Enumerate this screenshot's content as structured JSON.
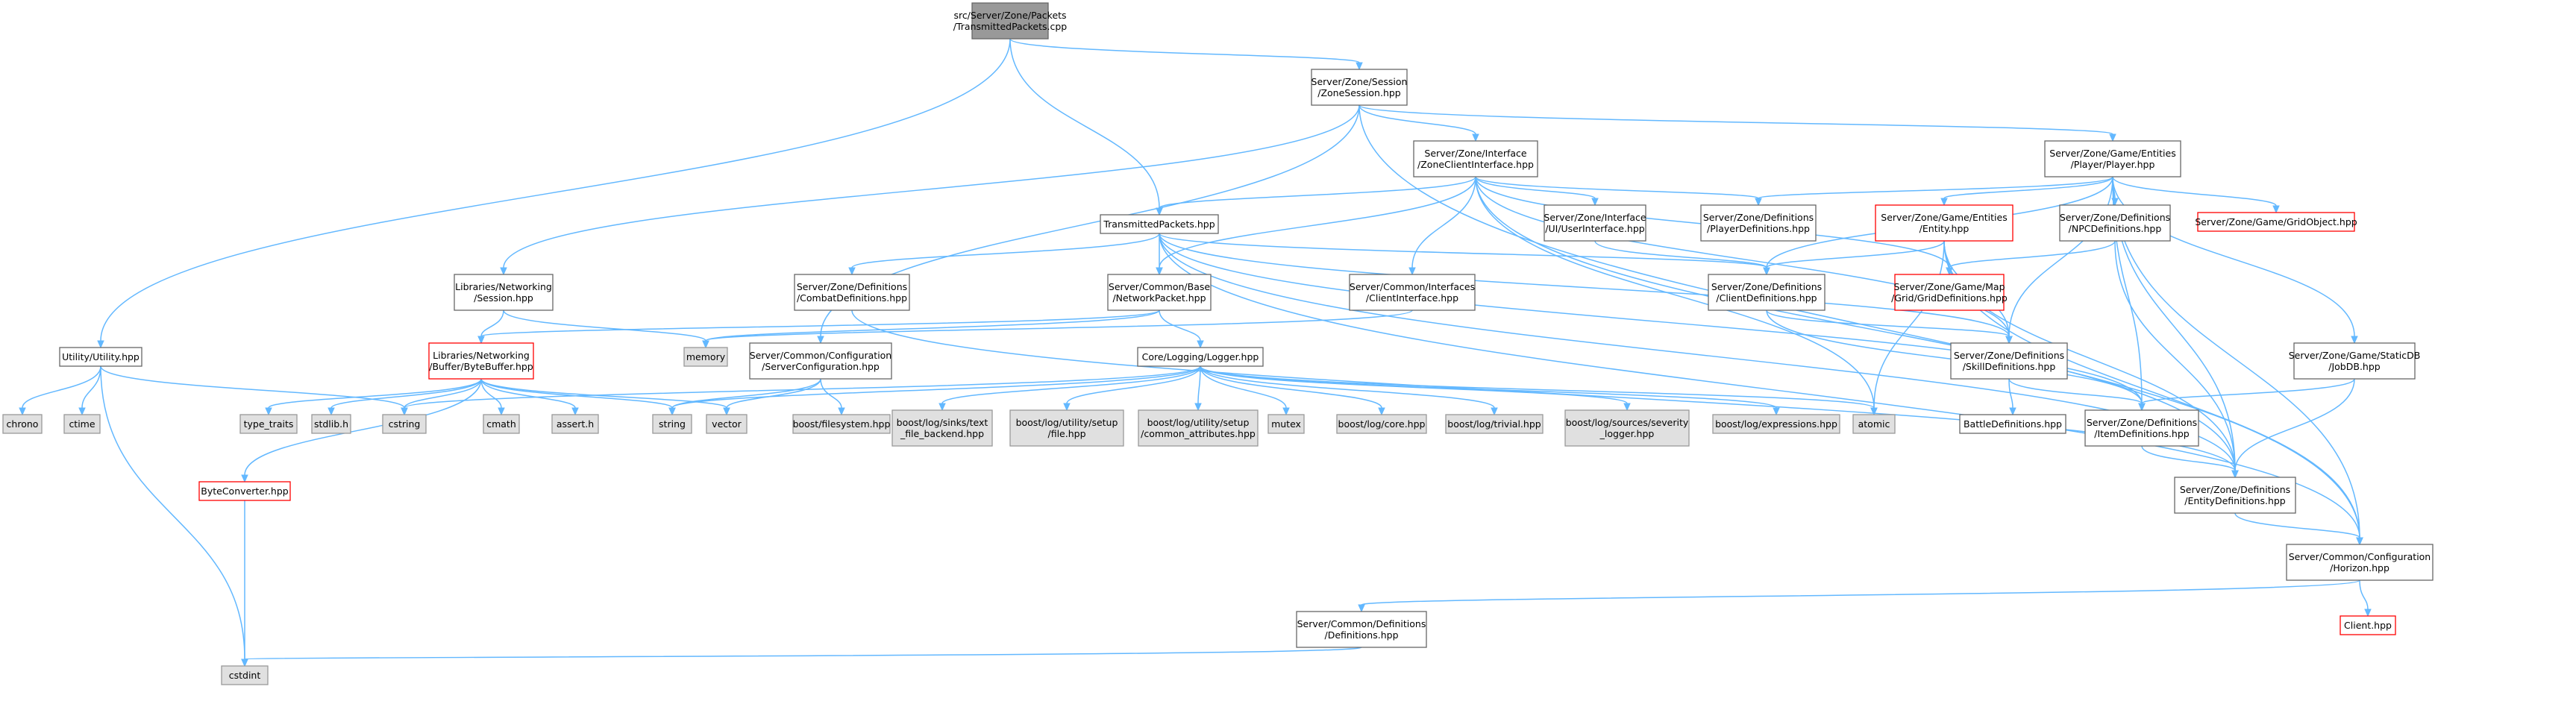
{
  "colors": {
    "edge": "#63b8ff",
    "normal_border": "#666666",
    "normal_fill": "#ffffff",
    "root_fill": "#999999",
    "truncated_border": "#ff0000",
    "system_fill": "#e0e0e0",
    "system_border": "#999999"
  },
  "nodes": [
    {
      "id": "root",
      "lines": [
        "src/Server/Zone/Packets",
        "/TransmittedPackets.cpp"
      ],
      "kind": "root"
    },
    {
      "id": "zonesession",
      "lines": [
        "Server/Zone/Session",
        "/ZoneSession.hpp"
      ],
      "kind": "normal"
    },
    {
      "id": "utility",
      "lines": [
        "Utility/Utility.hpp"
      ],
      "kind": "normal"
    },
    {
      "id": "transmittedhpp",
      "lines": [
        "TransmittedPackets.hpp"
      ],
      "kind": "normal"
    },
    {
      "id": "zoneclient",
      "lines": [
        "Server/Zone/Interface",
        "/ZoneClientInterface.hpp"
      ],
      "kind": "normal"
    },
    {
      "id": "player",
      "lines": [
        "Server/Zone/Game/Entities",
        "/Player/Player.hpp"
      ],
      "kind": "normal"
    },
    {
      "id": "libsession",
      "lines": [
        "Libraries/Networking",
        "/Session.hpp"
      ],
      "kind": "normal"
    },
    {
      "id": "combatdefs",
      "lines": [
        "Server/Zone/Definitions",
        "/CombatDefinitions.hpp"
      ],
      "kind": "normal"
    },
    {
      "id": "networkpacket",
      "lines": [
        "Server/Common/Base",
        "/NetworkPacket.hpp"
      ],
      "kind": "normal"
    },
    {
      "id": "clientiface",
      "lines": [
        "Server/Common/Interfaces",
        "/ClientInterface.hpp"
      ],
      "kind": "normal"
    },
    {
      "id": "uiiface",
      "lines": [
        "Server/Zone/Interface",
        "/UI/UserInterface.hpp"
      ],
      "kind": "normal"
    },
    {
      "id": "playerdefs",
      "lines": [
        "Server/Zone/Definitions",
        "/PlayerDefinitions.hpp"
      ],
      "kind": "normal"
    },
    {
      "id": "entityhpp",
      "lines": [
        "Server/Zone/Game/Entities",
        "/Entity.hpp"
      ],
      "kind": "truncated"
    },
    {
      "id": "npcdefs",
      "lines": [
        "Server/Zone/Definitions",
        "/NPCDefinitions.hpp"
      ],
      "kind": "normal"
    },
    {
      "id": "gridobject",
      "lines": [
        "Server/Zone/Game/GridObject.hpp"
      ],
      "kind": "truncated"
    },
    {
      "id": "clientdefs",
      "lines": [
        "Server/Zone/Definitions",
        "/ClientDefinitions.hpp"
      ],
      "kind": "normal"
    },
    {
      "id": "griddefs",
      "lines": [
        "Server/Zone/Game/Map",
        "/Grid/GridDefinitions.hpp"
      ],
      "kind": "truncated"
    },
    {
      "id": "bytebuffer",
      "lines": [
        "Libraries/Networking",
        "/Buffer/ByteBuffer.hpp"
      ],
      "kind": "truncated"
    },
    {
      "id": "memory",
      "lines": [
        "memory"
      ],
      "kind": "system"
    },
    {
      "id": "serverconfig",
      "lines": [
        "Server/Common/Configuration",
        "/ServerConfiguration.hpp"
      ],
      "kind": "normal"
    },
    {
      "id": "logger",
      "lines": [
        "Core/Logging/Logger.hpp"
      ],
      "kind": "normal"
    },
    {
      "id": "skilldefs",
      "lines": [
        "Server/Zone/Definitions",
        "/SkillDefinitions.hpp"
      ],
      "kind": "normal"
    },
    {
      "id": "jobdb",
      "lines": [
        "Server/Zone/Game/StaticDB",
        "/JobDB.hpp"
      ],
      "kind": "normal"
    },
    {
      "id": "chrono",
      "lines": [
        "chrono"
      ],
      "kind": "system"
    },
    {
      "id": "ctime",
      "lines": [
        "ctime"
      ],
      "kind": "system"
    },
    {
      "id": "type_traits",
      "lines": [
        "type_traits"
      ],
      "kind": "system"
    },
    {
      "id": "stdlib",
      "lines": [
        "stdlib.h"
      ],
      "kind": "system"
    },
    {
      "id": "cstring",
      "lines": [
        "cstring"
      ],
      "kind": "system"
    },
    {
      "id": "cmath",
      "lines": [
        "cmath"
      ],
      "kind": "system"
    },
    {
      "id": "asserth",
      "lines": [
        "assert.h"
      ],
      "kind": "system"
    },
    {
      "id": "string",
      "lines": [
        "string"
      ],
      "kind": "system"
    },
    {
      "id": "vector",
      "lines": [
        "vector"
      ],
      "kind": "system"
    },
    {
      "id": "boostfs",
      "lines": [
        "boost/filesystem.hpp"
      ],
      "kind": "system"
    },
    {
      "id": "sinkstext",
      "lines": [
        "boost/log/sinks/text",
        "_file_backend.hpp"
      ],
      "kind": "system"
    },
    {
      "id": "setupfile",
      "lines": [
        "boost/log/utility/setup",
        "/file.hpp"
      ],
      "kind": "system"
    },
    {
      "id": "setupcommon",
      "lines": [
        "boost/log/utility/setup",
        "/common_attributes.hpp"
      ],
      "kind": "system"
    },
    {
      "id": "mutex",
      "lines": [
        "mutex"
      ],
      "kind": "system"
    },
    {
      "id": "logcore",
      "lines": [
        "boost/log/core.hpp"
      ],
      "kind": "system"
    },
    {
      "id": "logtrivial",
      "lines": [
        "boost/log/trivial.hpp"
      ],
      "kind": "system"
    },
    {
      "id": "severity",
      "lines": [
        "boost/log/sources/severity",
        "_logger.hpp"
      ],
      "kind": "system"
    },
    {
      "id": "expressions",
      "lines": [
        "boost/log/expressions.hpp"
      ],
      "kind": "system"
    },
    {
      "id": "atomic",
      "lines": [
        "atomic"
      ],
      "kind": "system"
    },
    {
      "id": "battledefs",
      "lines": [
        "BattleDefinitions.hpp"
      ],
      "kind": "normal"
    },
    {
      "id": "itemdefs",
      "lines": [
        "Server/Zone/Definitions",
        "/ItemDefinitions.hpp"
      ],
      "kind": "normal"
    },
    {
      "id": "byteconverter",
      "lines": [
        "ByteConverter.hpp"
      ],
      "kind": "truncated"
    },
    {
      "id": "entitydefs",
      "lines": [
        "Server/Zone/Definitions",
        "/EntityDefinitions.hpp"
      ],
      "kind": "normal"
    },
    {
      "id": "horizon",
      "lines": [
        "Server/Common/Configuration",
        "/Horizon.hpp"
      ],
      "kind": "normal"
    },
    {
      "id": "clienthpp",
      "lines": [
        "Client.hpp"
      ],
      "kind": "truncated"
    },
    {
      "id": "commondefs",
      "lines": [
        "Server/Common/Definitions",
        "/Definitions.hpp"
      ],
      "kind": "normal"
    },
    {
      "id": "cstdint",
      "lines": [
        "cstdint"
      ],
      "kind": "system"
    }
  ],
  "edges": [
    [
      "root",
      "zonesession"
    ],
    [
      "root",
      "utility"
    ],
    [
      "root",
      "transmittedhpp"
    ],
    [
      "zonesession",
      "zoneclient"
    ],
    [
      "zonesession",
      "player"
    ],
    [
      "zonesession",
      "libsession"
    ],
    [
      "zonesession",
      "serverconfig"
    ],
    [
      "zonesession",
      "horizon"
    ],
    [
      "utility",
      "chrono"
    ],
    [
      "utility",
      "ctime"
    ],
    [
      "utility",
      "cstring"
    ],
    [
      "utility",
      "cstdint"
    ],
    [
      "transmittedhpp",
      "combatdefs"
    ],
    [
      "transmittedhpp",
      "networkpacket"
    ],
    [
      "transmittedhpp",
      "clientdefs"
    ],
    [
      "transmittedhpp",
      "skilldefs"
    ],
    [
      "transmittedhpp",
      "itemdefs"
    ],
    [
      "transmittedhpp",
      "entitydefs"
    ],
    [
      "transmittedhpp",
      "horizon"
    ],
    [
      "zoneclient",
      "transmittedhpp"
    ],
    [
      "zoneclient",
      "networkpacket"
    ],
    [
      "zoneclient",
      "clientiface"
    ],
    [
      "zoneclient",
      "uiiface"
    ],
    [
      "zoneclient",
      "playerdefs"
    ],
    [
      "zoneclient",
      "griddefs"
    ],
    [
      "zoneclient",
      "skilldefs"
    ],
    [
      "zoneclient",
      "entitydefs"
    ],
    [
      "zoneclient",
      "atomic"
    ],
    [
      "player",
      "playerdefs"
    ],
    [
      "player",
      "entityhpp"
    ],
    [
      "player",
      "npcdefs"
    ],
    [
      "player",
      "gridobject"
    ],
    [
      "player",
      "clientdefs"
    ],
    [
      "player",
      "skilldefs"
    ],
    [
      "player",
      "jobdb"
    ],
    [
      "player",
      "itemdefs"
    ],
    [
      "player",
      "entitydefs"
    ],
    [
      "player",
      "horizon"
    ],
    [
      "libsession",
      "bytebuffer"
    ],
    [
      "libsession",
      "memory"
    ],
    [
      "networkpacket",
      "memory"
    ],
    [
      "networkpacket",
      "logger"
    ],
    [
      "networkpacket",
      "bytebuffer"
    ],
    [
      "clientiface",
      "memory"
    ],
    [
      "uiiface",
      "clientdefs"
    ],
    [
      "entityhpp",
      "clientdefs"
    ],
    [
      "entityhpp",
      "griddefs"
    ],
    [
      "entityhpp",
      "skilldefs"
    ],
    [
      "entityhpp",
      "entitydefs"
    ],
    [
      "entityhpp",
      "atomic"
    ],
    [
      "entityhpp",
      "horizon"
    ],
    [
      "npcdefs",
      "griddefs"
    ],
    [
      "npcdefs",
      "entitydefs"
    ],
    [
      "clientdefs",
      "skilldefs"
    ],
    [
      "clientdefs",
      "itemdefs"
    ],
    [
      "bytebuffer",
      "type_traits"
    ],
    [
      "bytebuffer",
      "stdlib"
    ],
    [
      "bytebuffer",
      "cstring"
    ],
    [
      "bytebuffer",
      "cmath"
    ],
    [
      "bytebuffer",
      "asserth"
    ],
    [
      "bytebuffer",
      "string"
    ],
    [
      "bytebuffer",
      "vector"
    ],
    [
      "bytebuffer",
      "byteconverter"
    ],
    [
      "serverconfig",
      "string"
    ],
    [
      "serverconfig",
      "vector"
    ],
    [
      "serverconfig",
      "boostfs"
    ],
    [
      "logger",
      "sinkstext"
    ],
    [
      "logger",
      "setupfile"
    ],
    [
      "logger",
      "setupcommon"
    ],
    [
      "logger",
      "mutex"
    ],
    [
      "logger",
      "logcore"
    ],
    [
      "logger",
      "logtrivial"
    ],
    [
      "logger",
      "severity"
    ],
    [
      "logger",
      "expressions"
    ],
    [
      "logger",
      "atomic"
    ],
    [
      "logger",
      "string"
    ],
    [
      "logger",
      "cstring"
    ],
    [
      "combatdefs",
      "entitydefs"
    ],
    [
      "skilldefs",
      "battledefs"
    ],
    [
      "skilldefs",
      "itemdefs"
    ],
    [
      "jobdb",
      "itemdefs"
    ],
    [
      "jobdb",
      "entitydefs"
    ],
    [
      "itemdefs",
      "entitydefs"
    ],
    [
      "entitydefs",
      "horizon"
    ],
    [
      "horizon",
      "clienthpp"
    ],
    [
      "horizon",
      "commondefs"
    ],
    [
      "byteconverter",
      "cstdint"
    ],
    [
      "commondefs",
      "cstdint"
    ]
  ]
}
